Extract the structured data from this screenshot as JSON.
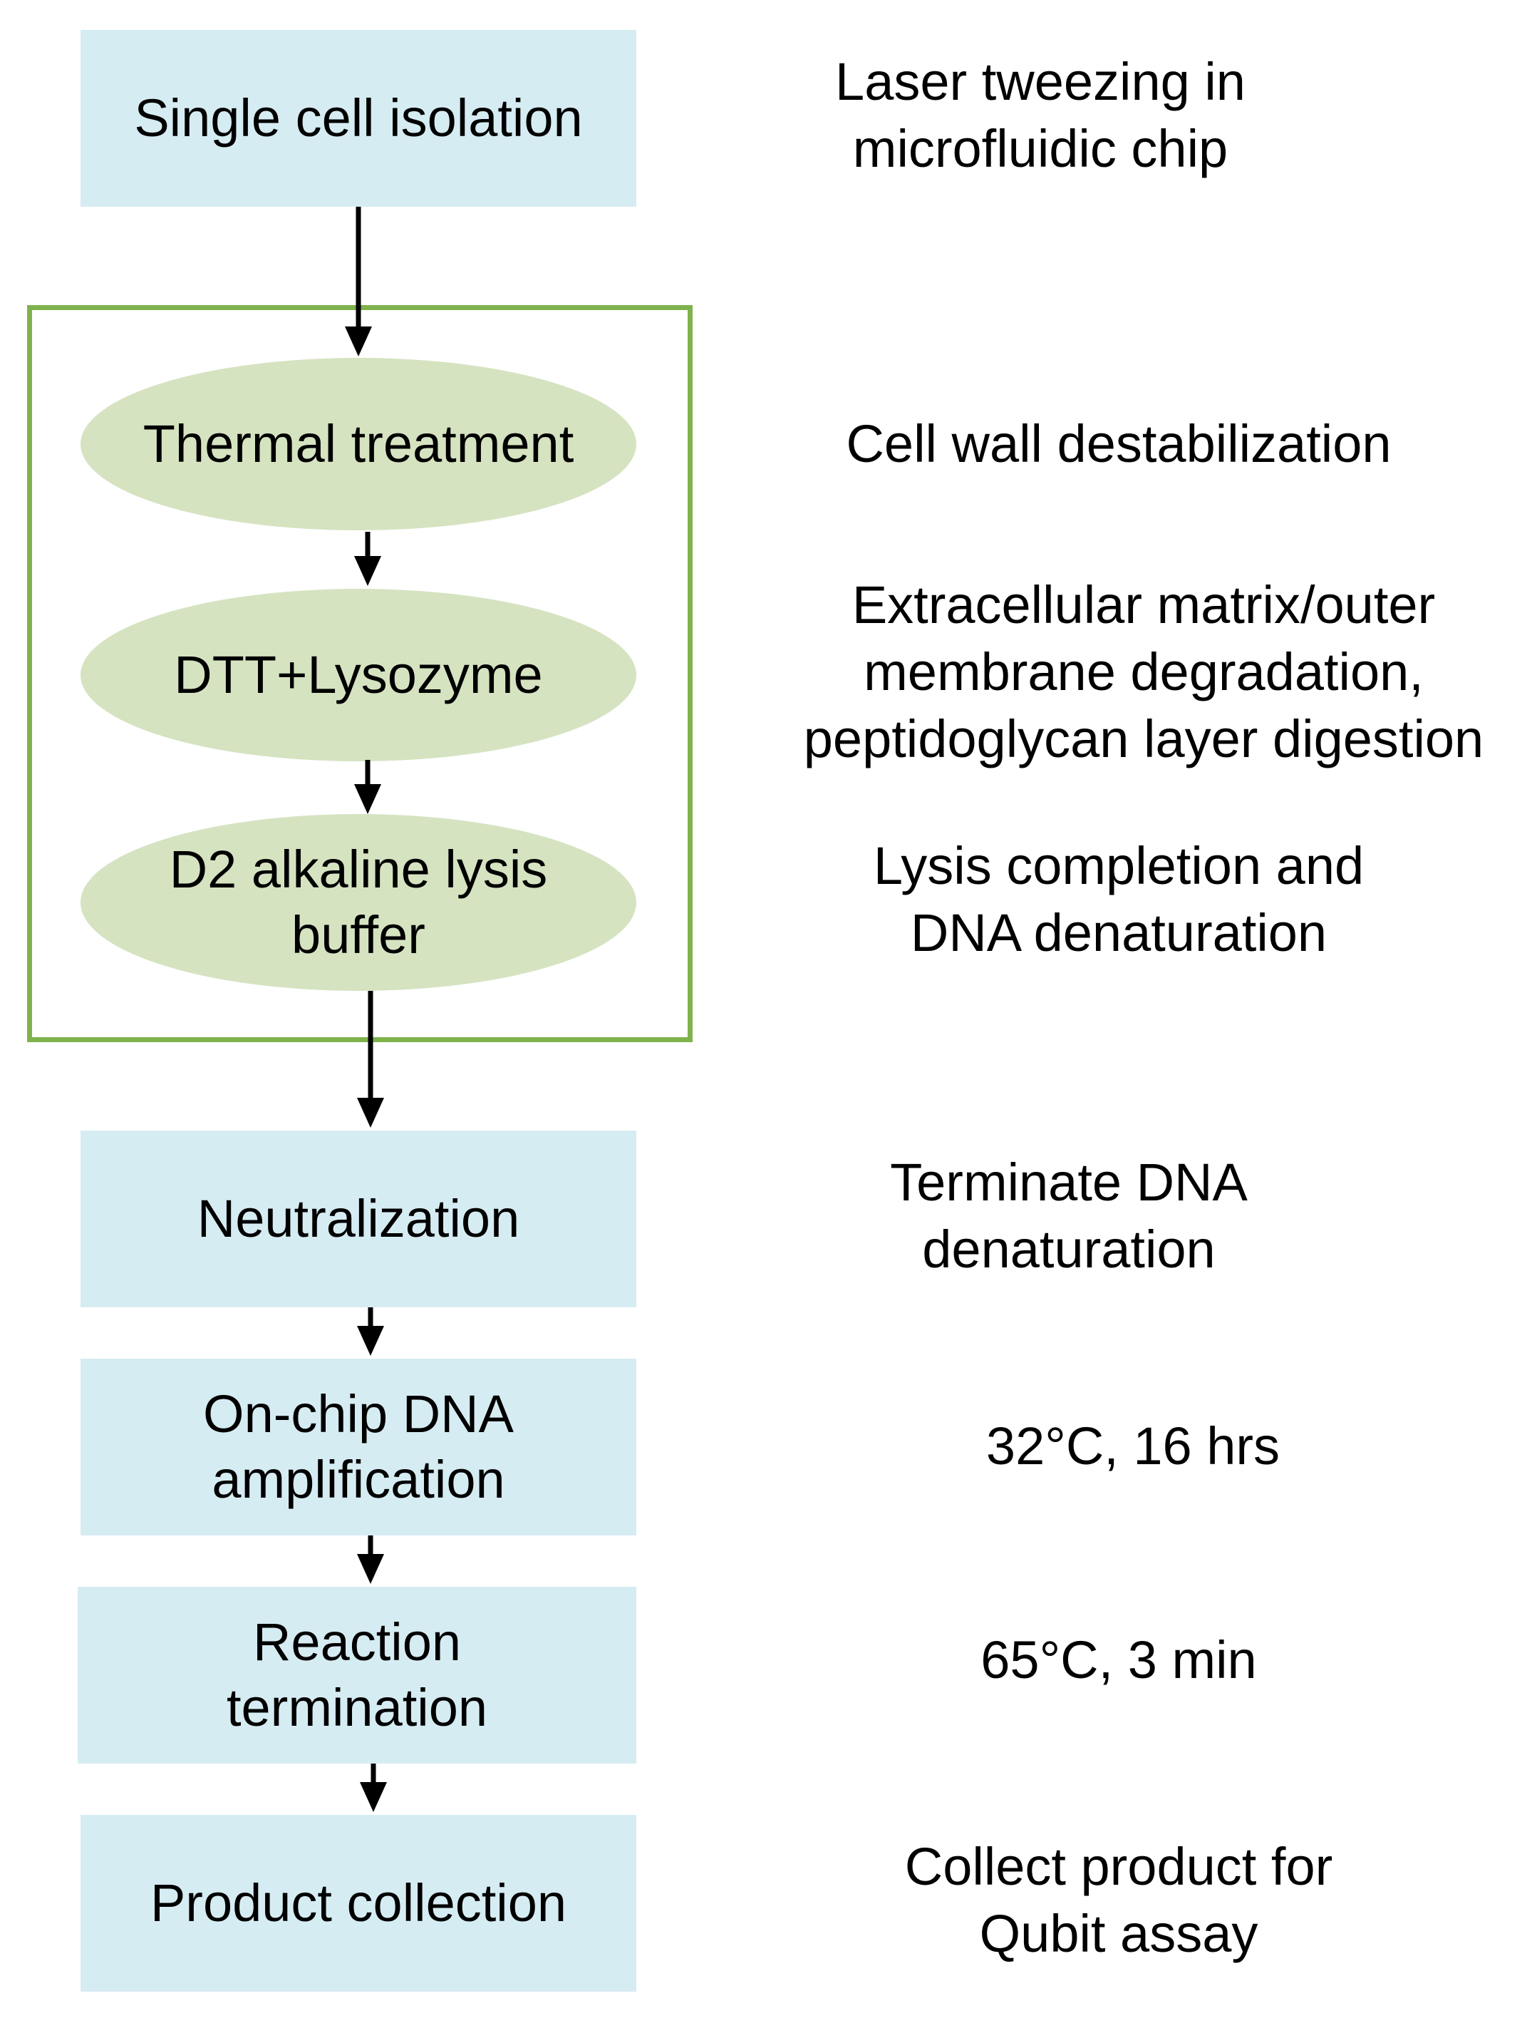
{
  "steps": {
    "isolation": "Single cell isolation",
    "thermal": "Thermal treatment",
    "dtt": "DTT+Lysozyme",
    "d2": "D2 alkaline lysis\nbuffer",
    "neutralization": "Neutralization",
    "amplification": "On-chip DNA\namplification",
    "termination": "Reaction\ntermination",
    "collection": "Product collection"
  },
  "notes": {
    "isolation": "Laser tweezing in\nmicrofluidic chip",
    "thermal": "Cell wall destabilization",
    "dtt": "Extracellular matrix/outer\nmembrane degradation,\npeptidoglycan layer digestion",
    "d2": "Lysis completion and\nDNA denaturation",
    "neutralization": "Terminate DNA\ndenaturation",
    "amplification": "32°C, 16 hrs",
    "termination": "65°C, 3 min",
    "collection": "Collect product for\nQubit assay"
  },
  "colors": {
    "box_fill": "#d6ecf3",
    "ellipse_fill": "#d5e3c1",
    "group_border": "#7fb24c",
    "arrow": "#000000"
  }
}
